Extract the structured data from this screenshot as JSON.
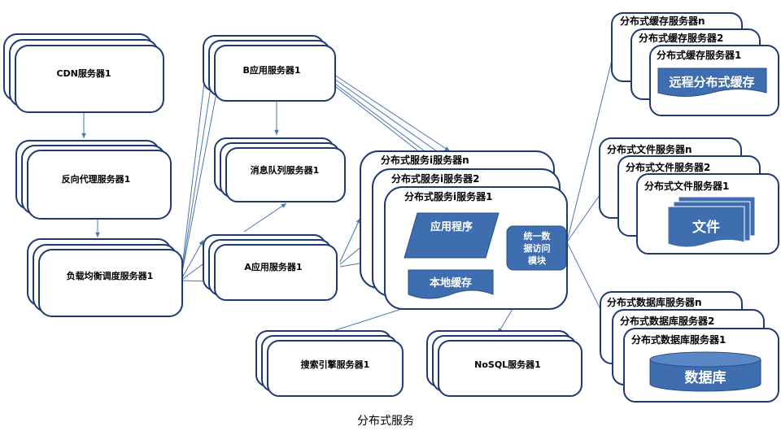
{
  "colors": {
    "outline": "#1f3a73",
    "arrow": "#4a76b0",
    "shape_fill": "#3e6eb0"
  },
  "cdn": {
    "label": "CDN服务器1"
  },
  "reverse_proxy": {
    "label": "反向代理服务器1"
  },
  "load_balancer": {
    "label": "负载均衡调度服务器1"
  },
  "app_b": {
    "label": "B应用服务器1"
  },
  "message_queue": {
    "label": "消息队列服务器1"
  },
  "app_a": {
    "label": "A应用服务器1"
  },
  "service_cluster": {
    "label_n": "分布式服务i服务器n",
    "label_2": "分布式服务i服务器2",
    "label_1": "分布式服务i服务器1",
    "app_program": "应用程序",
    "local_cache": "本地缓存",
    "data_access": [
      "统一数",
      "据访问",
      "模块"
    ]
  },
  "search_engine": {
    "label": "搜索引擎服务器1"
  },
  "nosql": {
    "label": "NoSQL服务器1"
  },
  "cache_cluster": {
    "label_n": "分布式缓存服务器n",
    "label_2": "分布式缓存服务器2",
    "label_1": "分布式缓存服务器1",
    "remote_cache": "远程分布式缓存"
  },
  "file_cluster": {
    "label_n": "分布式文件服务器n",
    "label_2": "分布式文件服务器2",
    "label_1": "分布式文件服务器1",
    "files": "文件"
  },
  "db_cluster": {
    "label_n": "分布式数据库服务器n",
    "label_2": "分布式数据库服务器2",
    "label_1": "分布式数据库服务器1",
    "database": "数据库"
  },
  "caption": "分布式服务"
}
